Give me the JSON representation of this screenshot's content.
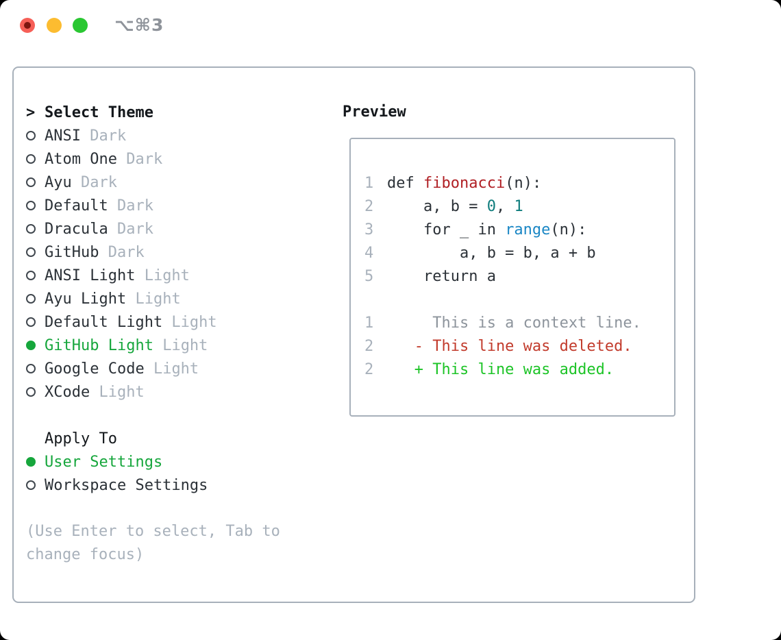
{
  "window": {
    "title": "⌥⌘3",
    "buttons": [
      "close",
      "minimize",
      "zoom"
    ]
  },
  "theme_picker": {
    "prompt_char": ">",
    "header": "Select Theme",
    "themes": [
      {
        "name": "ANSI",
        "variant": "Dark",
        "selected": false
      },
      {
        "name": "Atom One",
        "variant": "Dark",
        "selected": false
      },
      {
        "name": "Ayu",
        "variant": "Dark",
        "selected": false
      },
      {
        "name": "Default",
        "variant": "Dark",
        "selected": false
      },
      {
        "name": "Dracula",
        "variant": "Dark",
        "selected": false
      },
      {
        "name": "GitHub",
        "variant": "Dark",
        "selected": false
      },
      {
        "name": "ANSI Light",
        "variant": "Light",
        "selected": false
      },
      {
        "name": "Ayu Light",
        "variant": "Light",
        "selected": false
      },
      {
        "name": "Default Light",
        "variant": "Light",
        "selected": false
      },
      {
        "name": "GitHub Light",
        "variant": "Light",
        "selected": true
      },
      {
        "name": "Google Code",
        "variant": "Light",
        "selected": false
      },
      {
        "name": "XCode",
        "variant": "Light",
        "selected": false
      }
    ],
    "apply_to": {
      "header": "Apply To",
      "options": [
        {
          "label": "User Settings",
          "selected": true
        },
        {
          "label": "Workspace Settings",
          "selected": false
        }
      ]
    },
    "hint": "(Use Enter to select, Tab to change focus)"
  },
  "preview": {
    "header": "Preview",
    "lines": [
      {
        "num": "1",
        "segments": [
          {
            "text": "def ",
            "style": "plain"
          },
          {
            "text": "fibonacci",
            "style": "func"
          },
          {
            "text": "(n):",
            "style": "plain"
          }
        ]
      },
      {
        "num": "2",
        "segments": [
          {
            "text": "    a, b = ",
            "style": "plain"
          },
          {
            "text": "0",
            "style": "number"
          },
          {
            "text": ", ",
            "style": "plain"
          },
          {
            "text": "1",
            "style": "number"
          }
        ]
      },
      {
        "num": "3",
        "segments": [
          {
            "text": "    for _ in ",
            "style": "plain"
          },
          {
            "text": "range",
            "style": "builtin"
          },
          {
            "text": "(n):",
            "style": "plain"
          }
        ]
      },
      {
        "num": "4",
        "segments": [
          {
            "text": "        a, b = b, a + b",
            "style": "plain"
          }
        ]
      },
      {
        "num": "5",
        "segments": [
          {
            "text": "    return a",
            "style": "plain"
          }
        ]
      },
      {
        "num": "",
        "segments": []
      },
      {
        "num": "1",
        "segments": [
          {
            "text": "     This is a context line.",
            "style": "context"
          }
        ]
      },
      {
        "num": "2",
        "segments": [
          {
            "text": "   - This line was deleted.",
            "style": "deleted"
          }
        ]
      },
      {
        "num": "2",
        "segments": [
          {
            "text": "   + This line was added.",
            "style": "added"
          }
        ]
      }
    ]
  },
  "colors": {
    "selected_green": "#16a63c",
    "added_green": "#1dc427",
    "deleted_red": "#c23b2c",
    "function_red": "#b01f24",
    "number_teal": "#0e7c7c",
    "builtin_blue": "#1b87c5",
    "muted_gray": "#a8b1bb",
    "context_gray": "#8d949c",
    "text_dark": "#2b3137",
    "border_gray": "#a7b0ba",
    "traffic_red": "#f65f57",
    "traffic_yellow": "#fcbc30",
    "traffic_green": "#2ac732"
  }
}
